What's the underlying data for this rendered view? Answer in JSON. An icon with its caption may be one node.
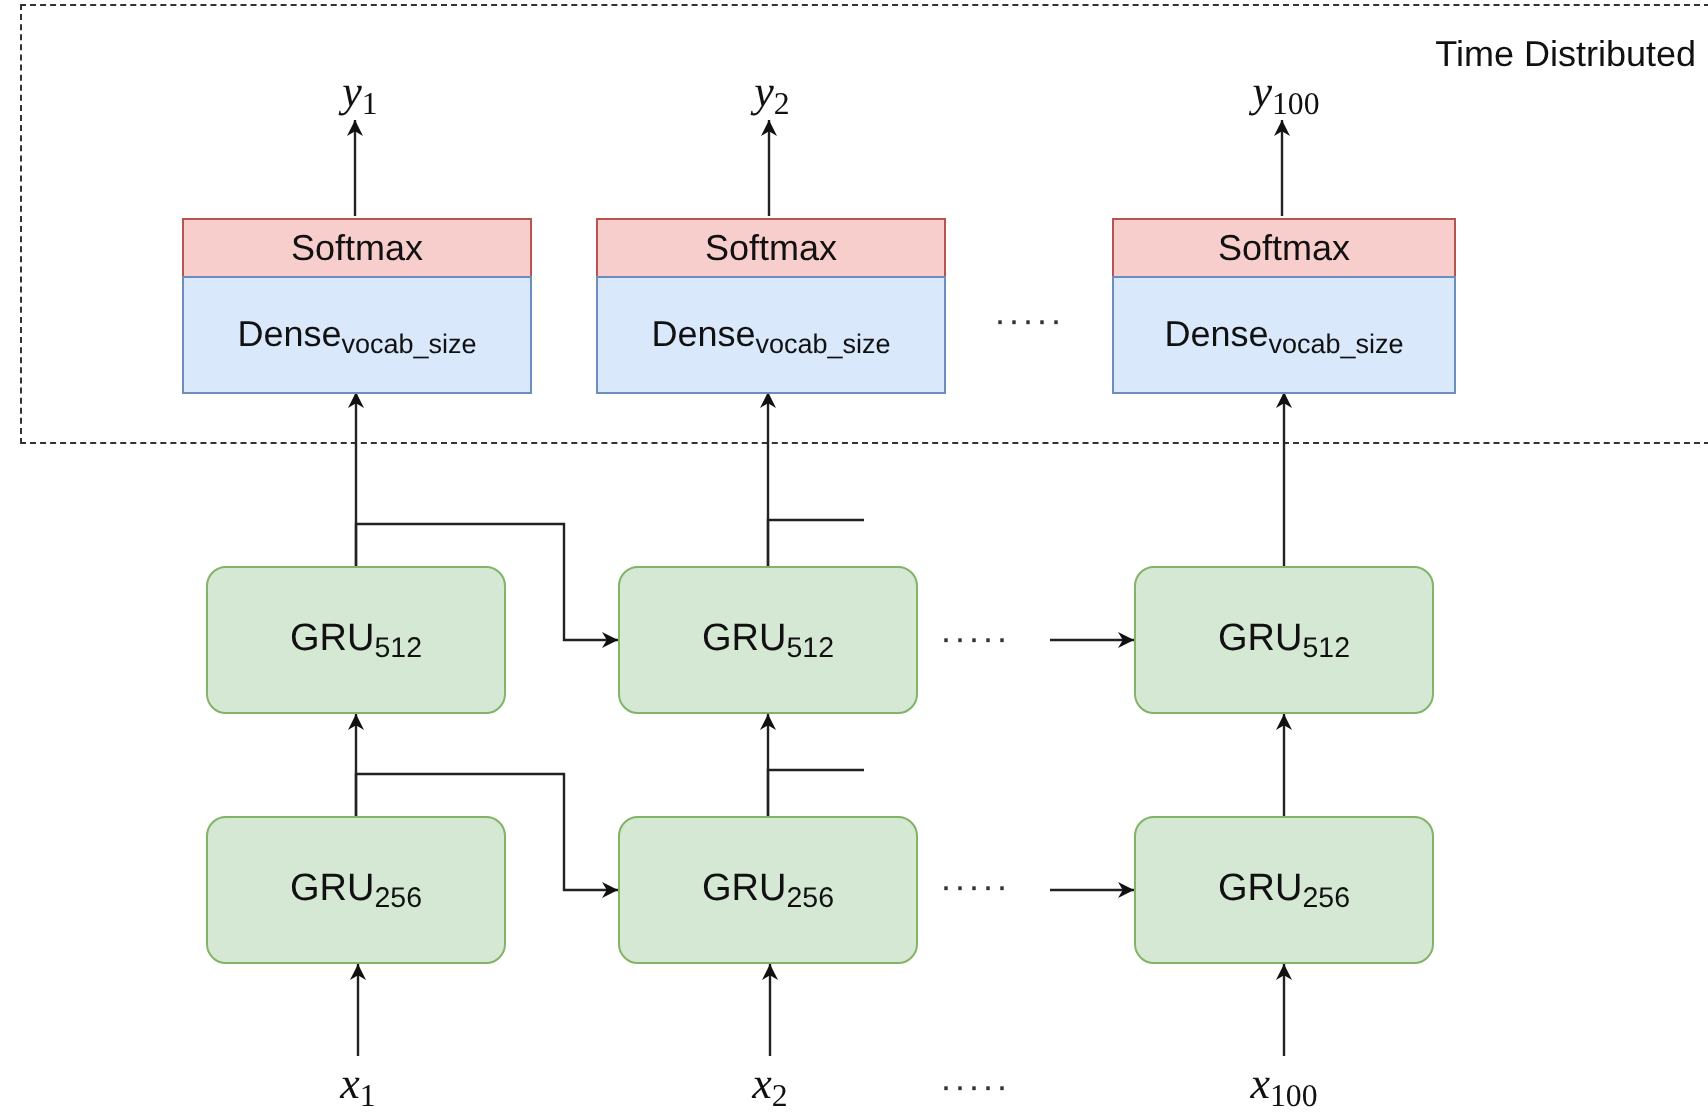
{
  "diagram": {
    "nodes": [
      {
        "text": [
          "Time Distributed"
        ]
      },
      {
        "text": [
          "*y*$_{1}$"
        ],
        "in": 0
      },
      {
        "text": [
          "*y*$_{2}$"
        ],
        "in": 0
      },
      {
        "text": [
          "*y*$_{100}$"
        ],
        "in": 0
      },
      {
        "text": [
          "Softmax"
        ],
        "in": 0
      },
      {
        "text": [
          "Dense$_{vocab_size}$"
        ],
        "in": 0
      },
      {
        "text": [
          "Softmax"
        ],
        "in": 0
      },
      {
        "text": [
          "Dense$_{vocab_size}$"
        ],
        "in": 0
      },
      {
        "text": [
          "Softmax"
        ],
        "in": 0
      },
      {
        "text": [
          "Dense$_{vocab_size}$"
        ],
        "in": 0
      },
      {
        "text": [
          "GRU$_{512}$"
        ]
      },
      {
        "text": [
          "GRU$_{512}$"
        ]
      },
      {
        "text": [
          "GRU$_{512}$"
        ]
      },
      {
        "text": [
          "GRU$_{256}$"
        ]
      },
      {
        "text": [
          "GRU$_{256}$"
        ]
      },
      {
        "text": [
          "GRU$_{256}$"
        ]
      },
      {
        "text": [
          "*x*$_{1}$"
        ]
      },
      {
        "text": [
          "*x*$_{2}$"
        ]
      },
      {
        "text": [
          "*x*$_{100}$"
        ]
      }
    ],
    "edges": [
      {
        "from": 16,
        "to": 13,
        "arrow": "to"
      },
      {
        "from": 17,
        "to": 14,
        "arrow": "to"
      },
      {
        "from": 18,
        "to": 15,
        "arrow": "to"
      },
      {
        "from": 13,
        "to": 10,
        "arrow": "to"
      },
      {
        "from": 14,
        "to": 11,
        "arrow": "to"
      },
      {
        "from": 15,
        "to": 12,
        "arrow": "to"
      },
      {
        "from": 13,
        "to": 14,
        "arrow": "to"
      },
      {
        "from": 10,
        "to": 11,
        "arrow": "to"
      },
      {
        "from": 14,
        "to": null,
        "arrow": "none"
      },
      {
        "from": 11,
        "to": null,
        "arrow": "none"
      },
      {
        "from": null,
        "to": 15,
        "arrow": "to"
      },
      {
        "from": null,
        "to": 12,
        "arrow": "to"
      },
      {
        "from": 10,
        "to": 5,
        "arrow": "to"
      },
      {
        "from": 11,
        "to": 7,
        "arrow": "to"
      },
      {
        "from": 12,
        "to": 9,
        "arrow": "to"
      },
      {
        "from": 4,
        "to": 1,
        "arrow": "to"
      },
      {
        "from": 6,
        "to": 2,
        "arrow": "to"
      },
      {
        "from": 8,
        "to": 3,
        "arrow": "to"
      }
    ],
    "labels": [
      "·····",
      "·····",
      "·····",
      "·····"
    ]
  }
}
